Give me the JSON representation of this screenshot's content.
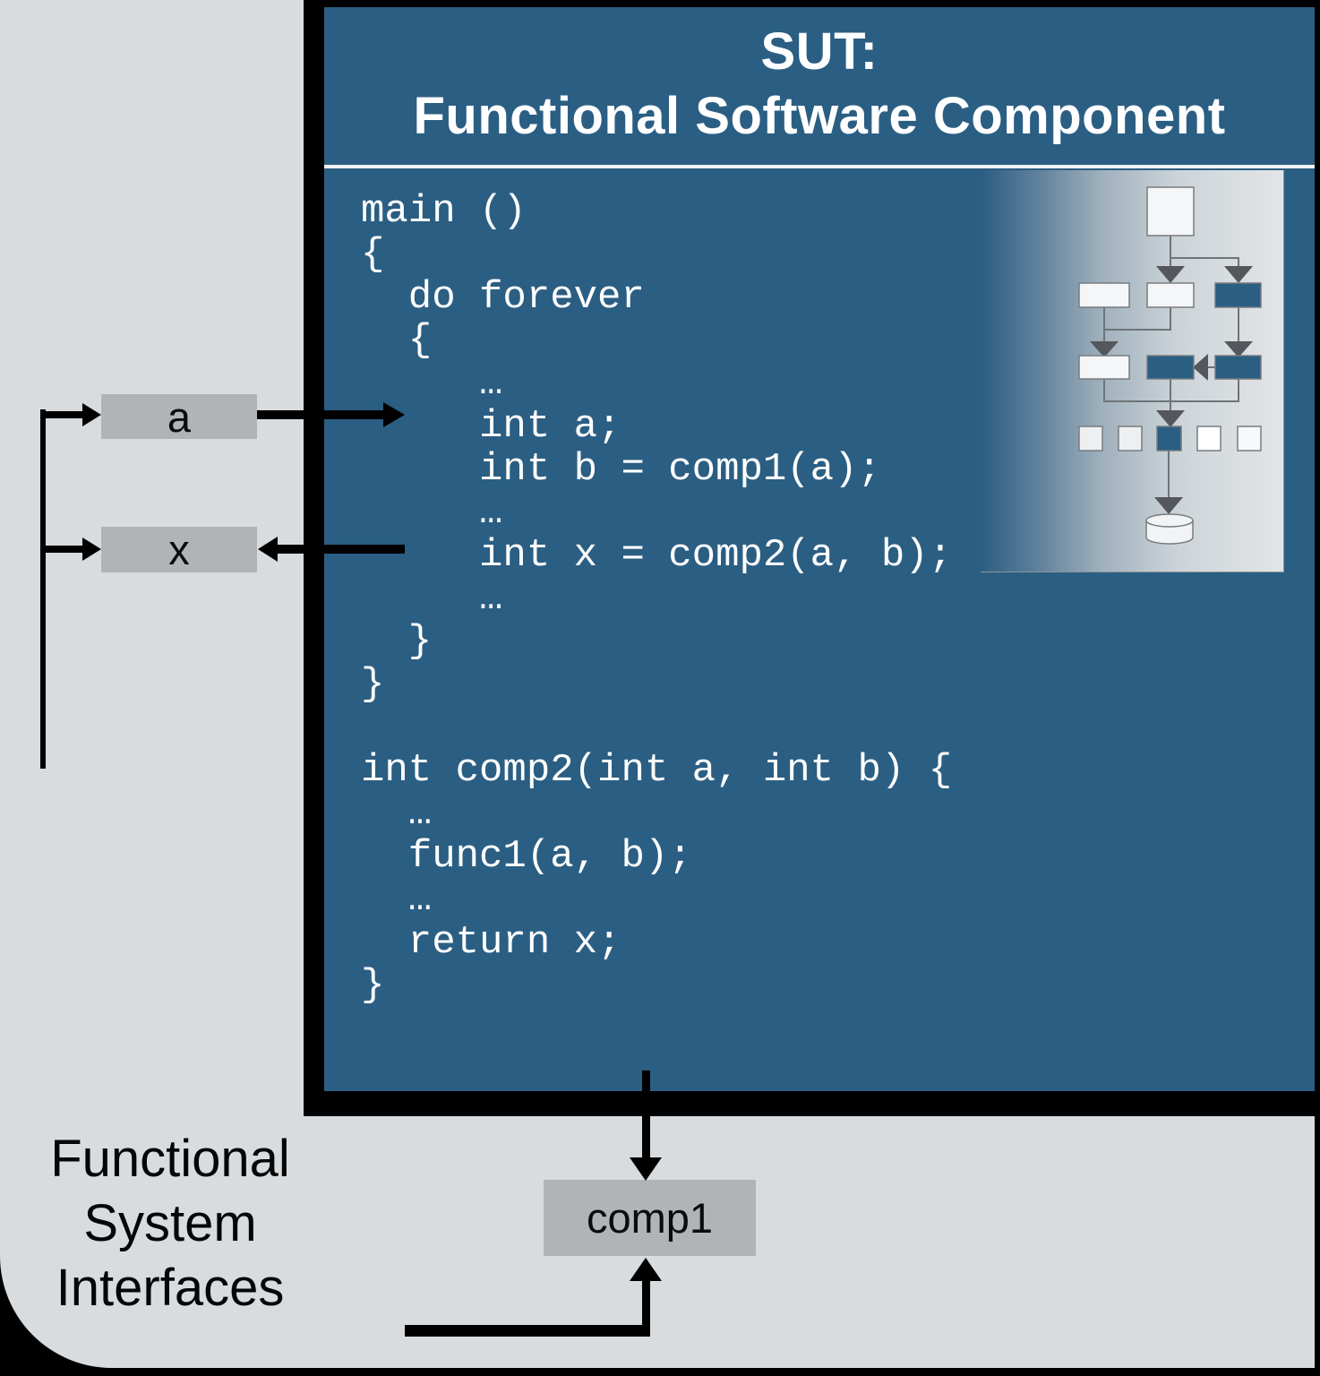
{
  "panel": {
    "title_line1": "SUT:",
    "title_line2": "Functional Software Component",
    "code_lines": [
      "main ()",
      "{",
      "  do forever",
      "  {",
      "     …",
      "     int a;",
      "     int b = comp1(a);",
      "     …",
      "     int x = comp2(a, b);",
      "     …",
      "  }",
      "}",
      "",
      "int comp2(int a, int b) {",
      "  …",
      "  func1(a, b);",
      "  …",
      "  return x;",
      "}"
    ]
  },
  "interfaces": {
    "input_box_label": "a",
    "output_box_label": "x",
    "comp1_box_label": "comp1",
    "caption_lines": [
      "Functional",
      "System",
      "Interfaces"
    ]
  },
  "colors": {
    "panel_blue": "#2B5E83",
    "canvas_black": "#000000",
    "slide_gray": "#D8DCDF",
    "interface_box_gray": "#B0B4B7",
    "code_text_white": "#FFFFFF",
    "flowchart_node_white": "#F4F6F7",
    "flowchart_arrow_dark_gray": "#54585C",
    "flowchart_line_gray": "#6E7478"
  }
}
